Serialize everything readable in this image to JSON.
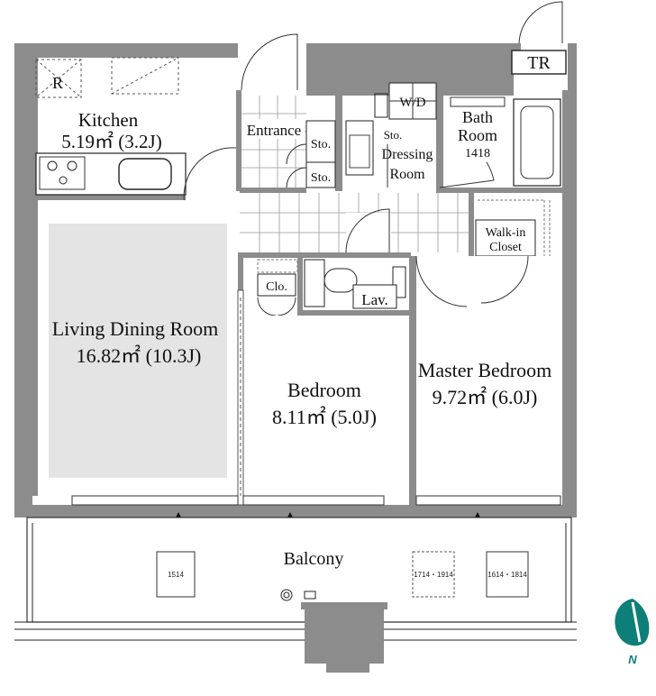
{
  "rooms": {
    "kitchen": {
      "name": "Kitchen",
      "area": "5.19㎡ (3.2J)"
    },
    "refrigerator_mark": "R",
    "entrance": "Entrance",
    "storage": "Sto.",
    "storage_dressing": "Sto.",
    "dressing": "Dressing",
    "dressing_room": "Room",
    "wd": "W/D",
    "bath": {
      "name": "Bath",
      "room": "Room",
      "size": "1418"
    },
    "tr": "TR",
    "walkin": {
      "line1": "Walk-in",
      "line2": "Closet"
    },
    "closet": "Clo.",
    "lavatory": "Lav.",
    "living": {
      "name": "Living Dining Room",
      "area": "16.82㎡ (10.3J)"
    },
    "bedroom": {
      "name": "Bedroom",
      "area": "8.11㎡ (5.0J)"
    },
    "master": {
      "name": "Master Bedroom",
      "area": "9.72㎡ (6.0J)"
    },
    "balcony": "Balcony"
  },
  "windows": {
    "w1": "1514",
    "w2": "1714・1914",
    "w3": "1614・1814"
  },
  "compass": {
    "label": "N",
    "color": "#0e7f78"
  },
  "colors": {
    "wall": "#8c8c8c",
    "living_floor": "#e4e4e4"
  }
}
